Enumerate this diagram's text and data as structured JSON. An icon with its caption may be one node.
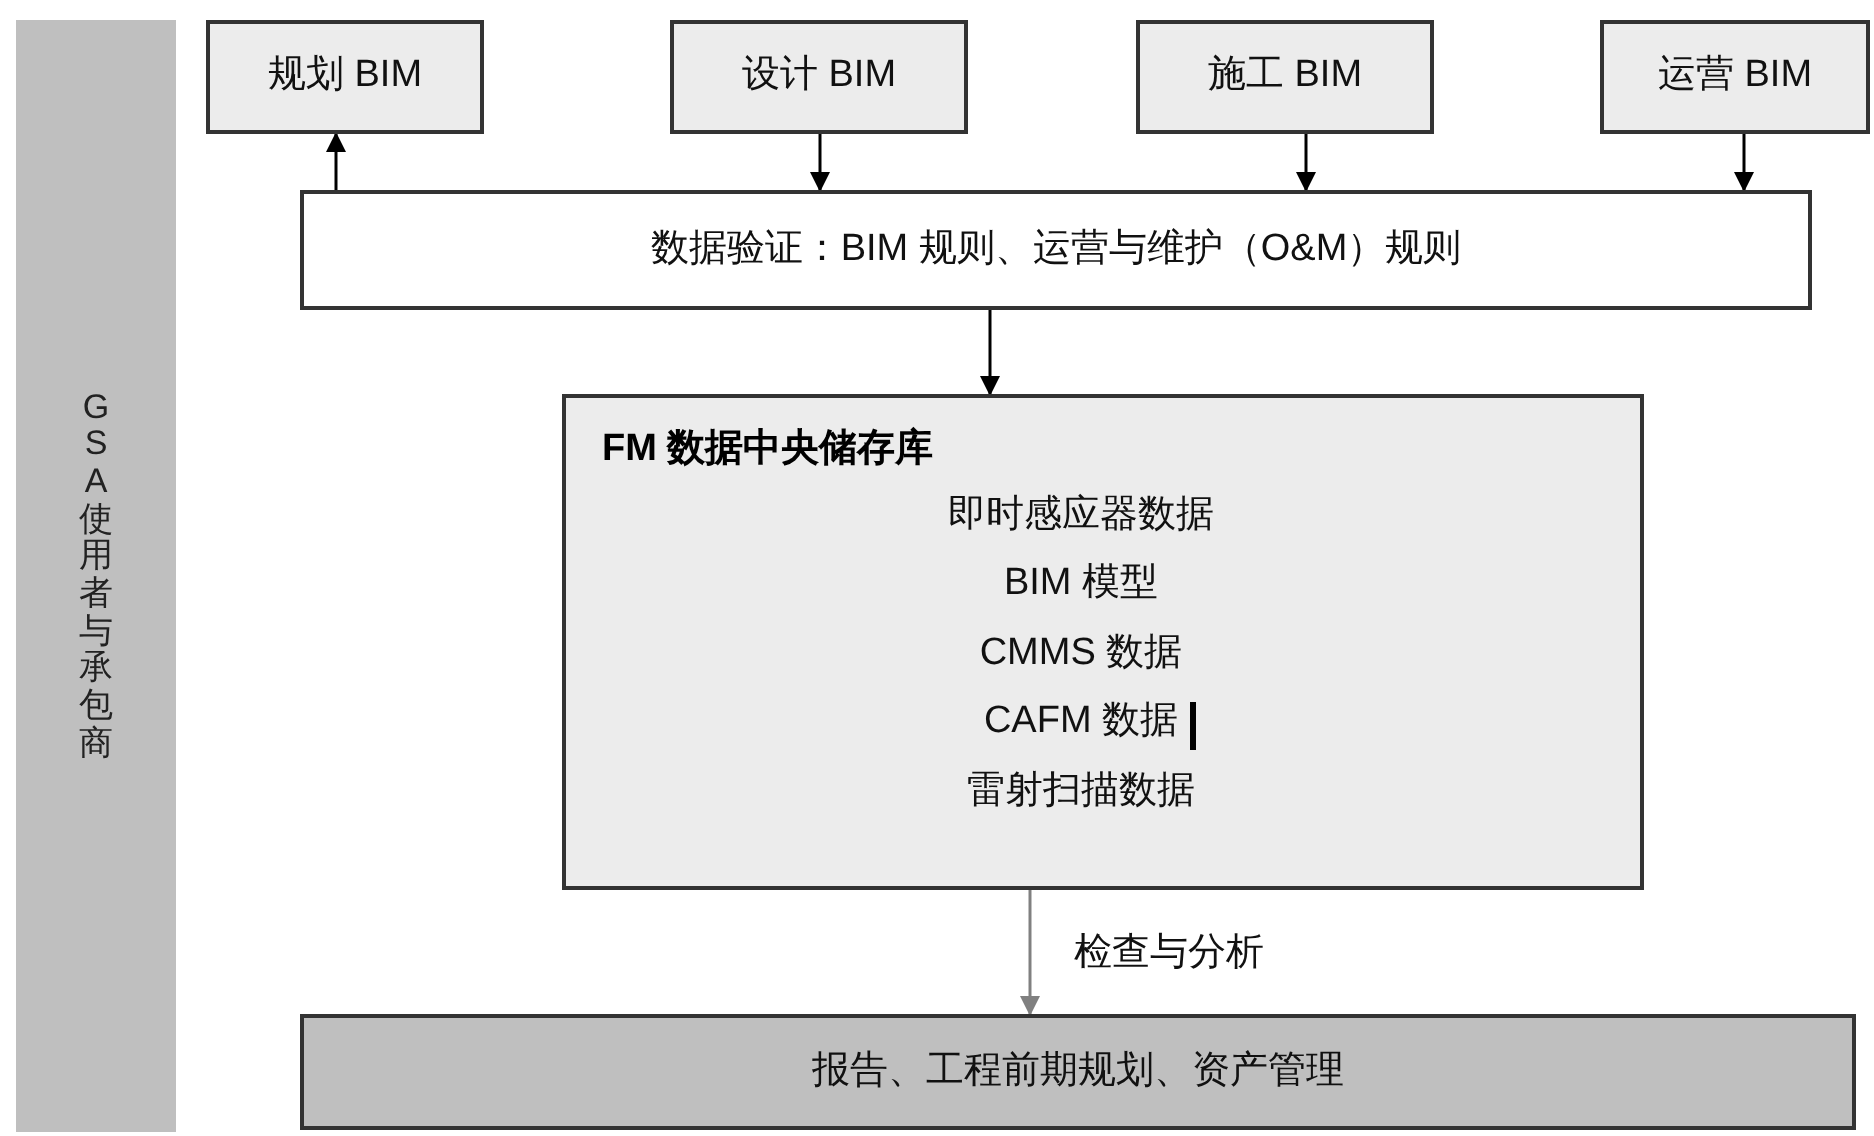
{
  "diagram": {
    "nodes": [
      {
        "text": [
          "GSA 使用者与承包商"
        ]
      },
      {
        "text": [
          "规划 BIM"
        ]
      },
      {
        "text": [
          "设计 BIM"
        ]
      },
      {
        "text": [
          "施工 BIM"
        ]
      },
      {
        "text": [
          "运营 BIM"
        ]
      },
      {
        "text": [
          "数据验证：BIM 规则、运营与维护（O&M）规则"
        ]
      },
      {
        "text": [
          "FM 数据中央储存库",
          "即时感应器数据",
          "BIM 模型",
          "CMMS 数据",
          "CAFM 数据",
          "雷射扫描数据"
        ]
      },
      {
        "text": [
          "报告、工程前期规划、资产管理"
        ]
      }
    ],
    "edges": [
      {
        "from": 5,
        "to": 1,
        "arrow": "to"
      },
      {
        "from": 2,
        "to": 5,
        "arrow": "to"
      },
      {
        "from": 3,
        "to": 5,
        "arrow": "to"
      },
      {
        "from": 4,
        "to": 5,
        "arrow": "to"
      },
      {
        "from": 5,
        "to": 6,
        "arrow": "to"
      },
      {
        "from": 6,
        "to": 7,
        "arrow": "to",
        "label": "检查与分析",
        "color": "#808080"
      }
    ]
  }
}
